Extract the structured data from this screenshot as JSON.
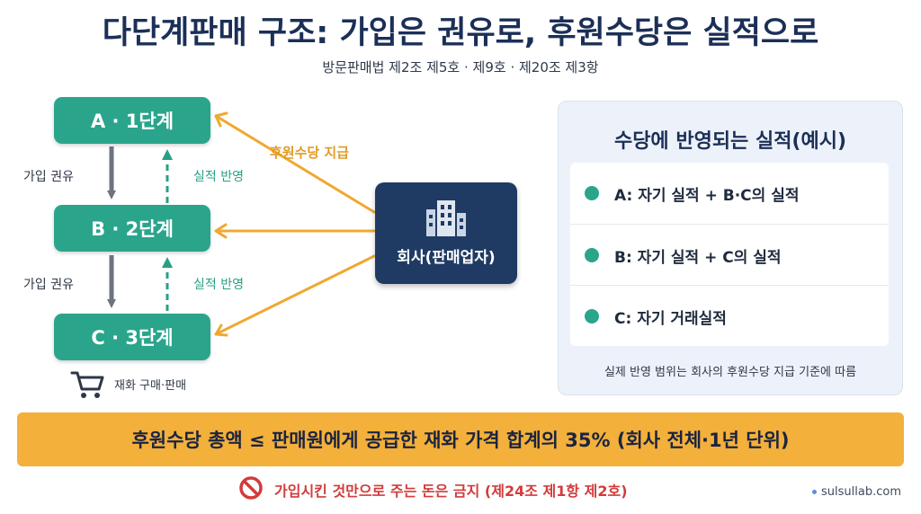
{
  "title": "다단계판매 구조: 가입은 권유로, 후원수당은 실적으로",
  "subtitle": "방문판매법 제2조 제5호 · 제9호 · 제20조 제3항",
  "levels": [
    {
      "label": "A · 1단계"
    },
    {
      "label": "B · 2단계"
    },
    {
      "label": "C · 3단계"
    }
  ],
  "flows": {
    "join_label_1": "가입 권유",
    "join_label_2": "가입 권유",
    "performance_label_1": "실적 반영",
    "performance_label_2": "실적 반영"
  },
  "payment_label": "후원수당 지급",
  "company": {
    "label": "회사(판매업자)",
    "icon": "building-icon"
  },
  "purchase_label": "재화 구매·판매",
  "panel": {
    "title": "수당에 반영되는 실적(예시)",
    "rows": [
      {
        "text": "A:  자기 실적 + B·C의 실적"
      },
      {
        "text": "B:  자기 실적 + C의 실적"
      },
      {
        "text": "C:  자기 거래실적"
      }
    ],
    "note": "실제 반영 범위는 회사의 후원수당 지급 기준에 따름"
  },
  "banner": "후원수당 총액 ≤ 판매원에게 공급한 재화 가격 합계의 35% (회사 전체·1년 단위)",
  "prohibition": "가입시킨 것만으로 주는 돈은 금지 (제24조 제1항 제2호)",
  "site": "sulsullab.com",
  "colors": {
    "level_green": "#2aa58c",
    "payment_orange": "#f0a830",
    "company_navy": "#1f3b63",
    "banner_yellow": "#f3b03a",
    "prohibit_red": "#d33b3b"
  }
}
